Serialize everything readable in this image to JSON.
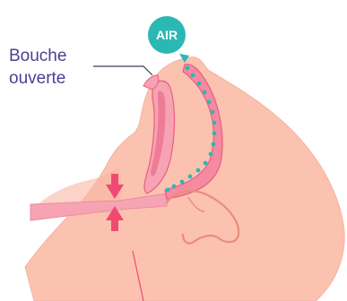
{
  "labels": {
    "mouth_line1": "Bouche",
    "mouth_line2": "ouverte",
    "air": "AIR"
  },
  "colors": {
    "skin": "#fbc2b0",
    "skin_outline": "#f0a08c",
    "airway": "#f48ba0",
    "airway_dark": "#ea5d7f",
    "arrow": "#ef4a71",
    "air_badge": "#2bb8b4",
    "air_dots": "#2bb8b4",
    "text": "#4a3f95",
    "leader": "#3c3c55"
  }
}
